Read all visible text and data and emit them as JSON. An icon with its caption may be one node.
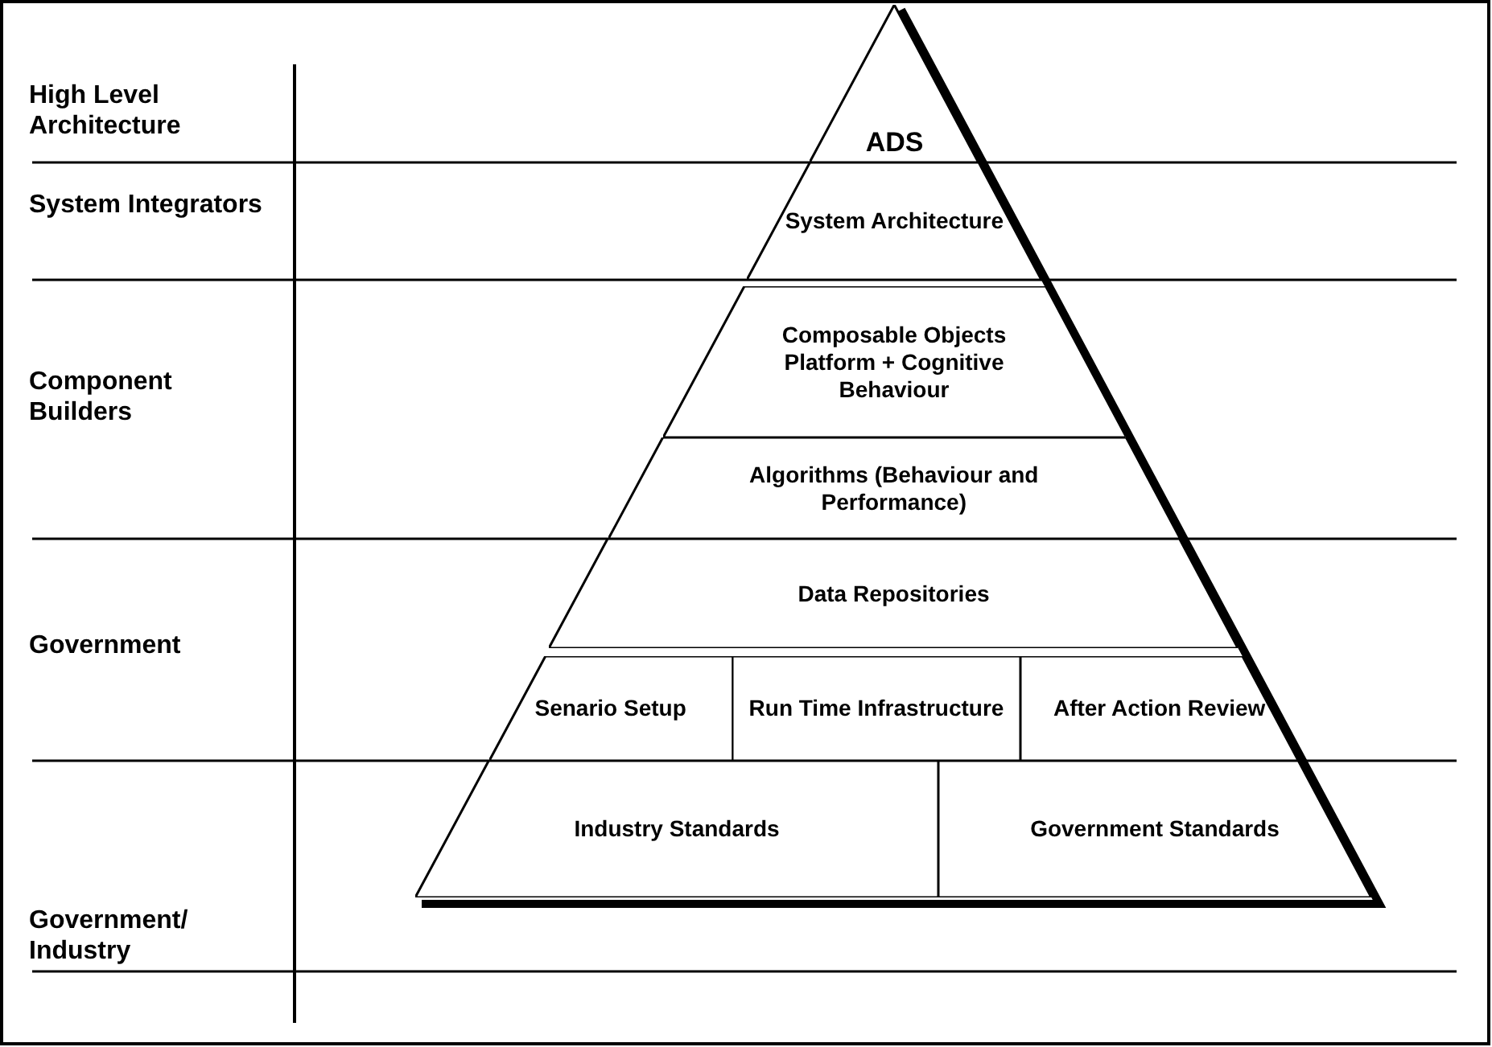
{
  "diagram": {
    "nodes": [
      {
        "text": [
          "ADS"
        ]
      },
      {
        "text": [
          "System Architecture"
        ]
      },
      {
        "text": [
          "Composable Objects",
          "Platform + Cognitive Behaviour"
        ]
      },
      {
        "text": [
          "Algorithms (Behaviour and Performance)"
        ]
      },
      {
        "text": [
          "Data Repositories"
        ]
      },
      {
        "text": [
          "Senario Setup"
        ]
      },
      {
        "text": [
          "Run Time Infrastructure"
        ]
      },
      {
        "text": [
          "After Action Review"
        ]
      },
      {
        "text": [
          "Industry Standards"
        ]
      },
      {
        "text": [
          "Government Standards"
        ]
      }
    ],
    "labels": [
      "High Level Architecture",
      "System Integrators",
      "Component Builders",
      "Government",
      "Government/ Industry"
    ]
  }
}
